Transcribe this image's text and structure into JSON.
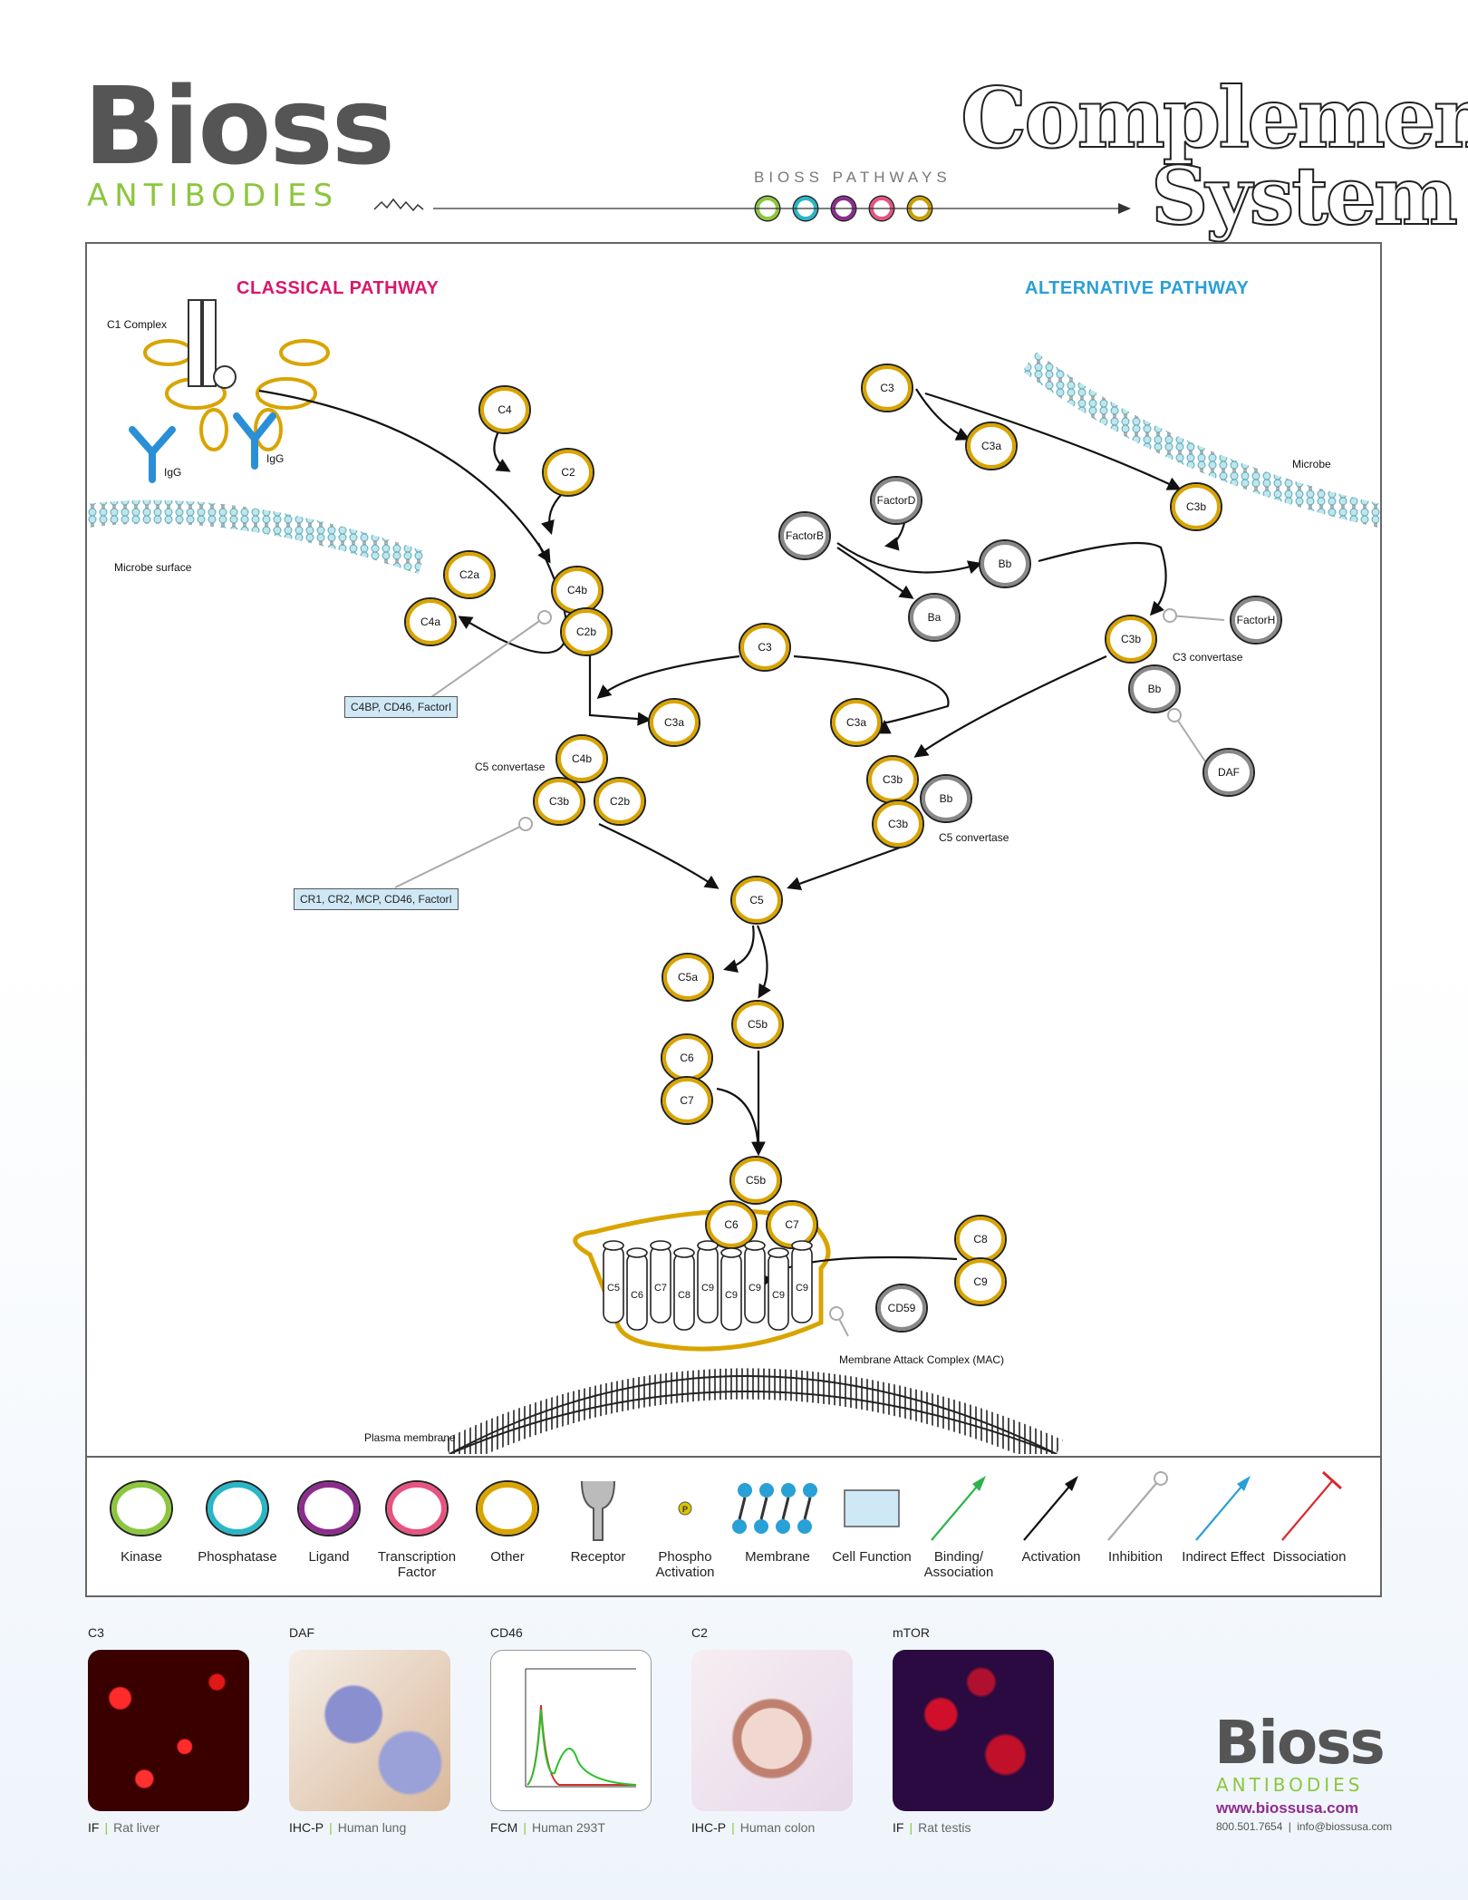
{
  "header": {
    "logo_word": "Bioss",
    "logo_sub": "ANTIBODIES",
    "tagline": "BIOSS PATHWAYS",
    "title_line1": "Complement",
    "title_line2": "System",
    "ring_colors": [
      "#8cc63f",
      "#29b6c6",
      "#8e2c8e",
      "#e75480",
      "#c8a000"
    ]
  },
  "diagram": {
    "classical_title": "CLASSICAL PATHWAY",
    "alternative_title": "ALTERNATIVE PATHWAY",
    "colors": {
      "classical": "#d9176b",
      "alternative": "#2a9fd6",
      "other": "#d9a400",
      "receptor_gray": "#888888",
      "igg": "#2a8fd6"
    },
    "labels": {
      "c1_complex": "C1 Complex",
      "igg_a": "IgG",
      "igg_b": "IgG",
      "microbe_surface": "Microbe surface",
      "microbe": "Microbe",
      "c5_convertase_left": "C5 convertase",
      "c5_convertase_right": "C5 convertase",
      "c3_convertase": "C3 convertase",
      "mac": "Membrane Attack Complex (MAC)",
      "plasma_membrane": "Plasma membrane"
    },
    "functions": {
      "f1": "C4BP, CD46, FactorI",
      "f2": "CR1, CR2, MCP, CD46, FactorI"
    },
    "nodes": [
      {
        "id": "c4_top",
        "label": "C4",
        "type": "other"
      },
      {
        "id": "c2_top",
        "label": "C2",
        "type": "other"
      },
      {
        "id": "c2a",
        "label": "C2a",
        "type": "other"
      },
      {
        "id": "c4a",
        "label": "C4a",
        "type": "other"
      },
      {
        "id": "c4b_1",
        "label": "C4b",
        "type": "other"
      },
      {
        "id": "c2b_1",
        "label": "C2b",
        "type": "other"
      },
      {
        "id": "c3_mid",
        "label": "C3",
        "type": "other"
      },
      {
        "id": "c3a_left",
        "label": "C3a",
        "type": "other"
      },
      {
        "id": "c3a_right",
        "label": "C3a",
        "type": "other"
      },
      {
        "id": "c4b_2",
        "label": "C4b",
        "type": "other"
      },
      {
        "id": "c3b_l",
        "label": "C3b",
        "type": "other"
      },
      {
        "id": "c2b_2",
        "label": "C2b",
        "type": "other"
      },
      {
        "id": "c3_alt",
        "label": "C3",
        "type": "other"
      },
      {
        "id": "c3a_alt",
        "label": "C3a",
        "type": "other"
      },
      {
        "id": "c3b_alt",
        "label": "C3b",
        "type": "other"
      },
      {
        "id": "factord",
        "label": "FactorD",
        "type": "receptor"
      },
      {
        "id": "factorb",
        "label": "FactorB",
        "type": "receptor"
      },
      {
        "id": "bb_1",
        "label": "Bb",
        "type": "receptor"
      },
      {
        "id": "ba",
        "label": "Ba",
        "type": "receptor"
      },
      {
        "id": "factorh",
        "label": "FactorH",
        "type": "receptor"
      },
      {
        "id": "c3b_conv",
        "label": "C3b",
        "type": "other"
      },
      {
        "id": "bb_2",
        "label": "Bb",
        "type": "receptor"
      },
      {
        "id": "daf",
        "label": "DAF",
        "type": "receptor"
      },
      {
        "id": "c3b_r1",
        "label": "C3b",
        "type": "other"
      },
      {
        "id": "bb_3",
        "label": "Bb",
        "type": "receptor"
      },
      {
        "id": "c3b_r2",
        "label": "C3b",
        "type": "other"
      },
      {
        "id": "c5",
        "label": "C5",
        "type": "other"
      },
      {
        "id": "c5a",
        "label": "C5a",
        "type": "other"
      },
      {
        "id": "c5b_1",
        "label": "C5b",
        "type": "other"
      },
      {
        "id": "c6_1",
        "label": "C6",
        "type": "other"
      },
      {
        "id": "c7_1",
        "label": "C7",
        "type": "other"
      },
      {
        "id": "c5b_2",
        "label": "C5b",
        "type": "other"
      },
      {
        "id": "c6_2",
        "label": "C6",
        "type": "other"
      },
      {
        "id": "c7_2",
        "label": "C7",
        "type": "other"
      },
      {
        "id": "c8",
        "label": "C8",
        "type": "other"
      },
      {
        "id": "c9",
        "label": "C9",
        "type": "other"
      },
      {
        "id": "cd59",
        "label": "CD59",
        "type": "receptor"
      }
    ],
    "mac_columns": [
      "C5",
      "C6",
      "C7",
      "C8",
      "C9",
      "C9",
      "C9",
      "C9",
      "C9"
    ]
  },
  "legend": [
    {
      "label": "Kinase",
      "color": "#8cc63f"
    },
    {
      "label": "Phosphatase",
      "color": "#29b6c6"
    },
    {
      "label": "Ligand",
      "color": "#8e2c8e"
    },
    {
      "label": "Transcription Factor",
      "color": "#e75480"
    },
    {
      "label": "Other",
      "color": "#d9a400"
    },
    {
      "label": "Receptor",
      "color": "#888888"
    },
    {
      "label": "Phospho Activation",
      "color": "#d9c400",
      "glyph": "P"
    },
    {
      "label": "Membrane",
      "color": "#29a0d6"
    },
    {
      "label": "Cell Function",
      "color": "#cfe8f6"
    },
    {
      "label": "Binding/ Association",
      "color": "#2db34a"
    },
    {
      "label": "Activation",
      "color": "#111111"
    },
    {
      "label": "Inhibition",
      "color": "#aaaaaa"
    },
    {
      "label": "Indirect Effect",
      "color": "#2a9fd6"
    },
    {
      "label": "Dissociation",
      "color": "#d9282f"
    }
  ],
  "thumbnails": [
    {
      "title": "C3",
      "method": "IF",
      "sample": "Rat liver"
    },
    {
      "title": "DAF",
      "method": "IHC-P",
      "sample": "Human lung"
    },
    {
      "title": "CD46",
      "method": "FCM",
      "sample": "Human 293T"
    },
    {
      "title": "C2",
      "method": "IHC-P",
      "sample": "Human colon"
    },
    {
      "title": "mTOR",
      "method": "IF",
      "sample": "Rat testis"
    }
  ],
  "footer": {
    "logo_word": "Bioss",
    "logo_sub": "ANTIBODIES",
    "website": "www.biossusa.com",
    "phone": "800.501.7654",
    "email": "info@biossusa.com"
  }
}
